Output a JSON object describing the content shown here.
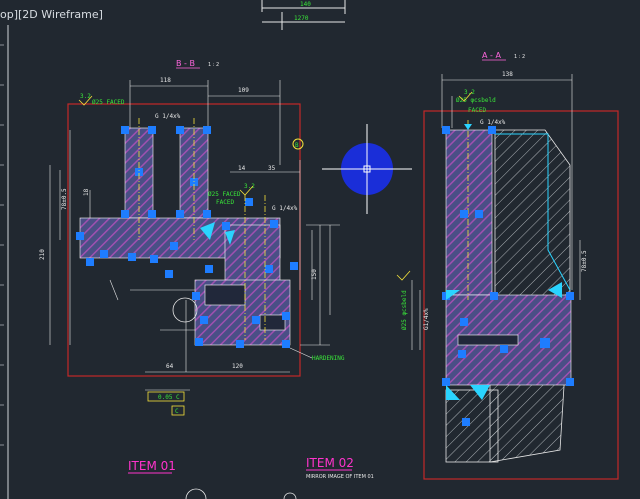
{
  "viewport": {
    "label": "op][2D Wireframe]"
  },
  "sections": {
    "bb": {
      "title": "B - B",
      "scale": "1 : 2"
    },
    "aa": {
      "title": "A - A",
      "scale": "1 : 2"
    }
  },
  "items": {
    "item1": {
      "title": "ITEM 01"
    },
    "item2": {
      "title": "ITEM 02",
      "subtitle": "MIRROR IMAGE OF ITEM 01"
    }
  },
  "dimensions": {
    "bb_width": "118",
    "bb_width2": "109",
    "bb_height": "210",
    "bb_sub": "14",
    "bb_sub2": "35",
    "bb_18": "18",
    "bb_bottom": "120",
    "bb_left": "64",
    "bb_leftv": "78±0.5",
    "bb_mid": "150",
    "aa_width": "138",
    "aa_right": "78±0.5",
    "top_1": "140",
    "top_2": "1270"
  },
  "annotations": {
    "faced1": "Ø25 FACED",
    "thread1": "G 1/4x%",
    "faced2": "Ø25 FACED",
    "thread2": "G 1/4x%",
    "aa_faced": "FACED",
    "aa_phi": "Ø25 φcsbeld",
    "aa_thread": "G 1/4x%",
    "aa_vert": "Ø25 φcsbeld",
    "aa_vert2": "G1/4x%",
    "hardening": "HARDENING",
    "ref_b": "B",
    "tol1": "0.05 C",
    "tol2": "C",
    "rough": "3.2"
  }
}
